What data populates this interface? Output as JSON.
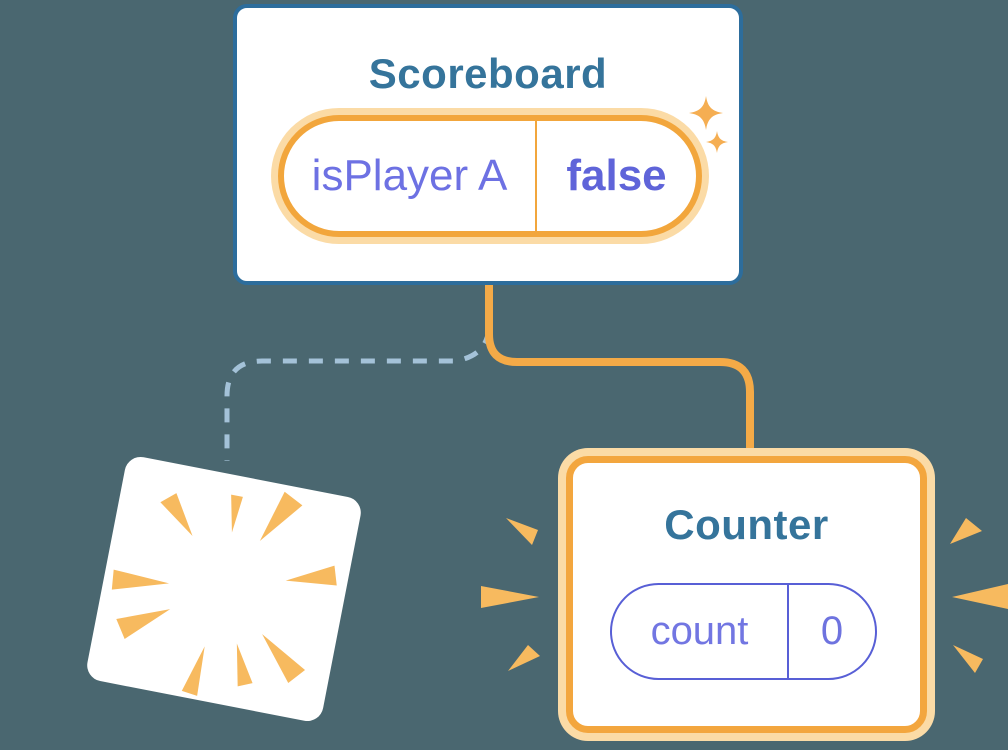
{
  "diagram": {
    "background_color": "#4A6770",
    "scoreboard": {
      "title": "Scoreboard",
      "state_pill": {
        "label": "isPlayer A",
        "value": "false"
      }
    },
    "counter": {
      "title": "Counter",
      "state_pill": {
        "label": "count",
        "value": "0"
      }
    },
    "icons": {
      "sparkle": "sparkle-icon",
      "burst": "burst-icon",
      "dashed_connector": "dashed-connector-line",
      "solid_connector": "solid-connector-line"
    },
    "colors": {
      "card_background": "#FFFFFF",
      "scoreboard_border": "#2D6D9C",
      "component_title": "#35749B",
      "state_label_purple": "#6D71E3",
      "state_value_purple": "#5F64D9",
      "counter_pill_purple": "#585FD6",
      "highlight_orange": "#F2A63C",
      "highlight_halo": "#FBDBA6",
      "connector_orange": "#F4AA47",
      "connector_dashed_blue": "#A4C2D8",
      "burst_orange": "#F7BA5F"
    }
  }
}
